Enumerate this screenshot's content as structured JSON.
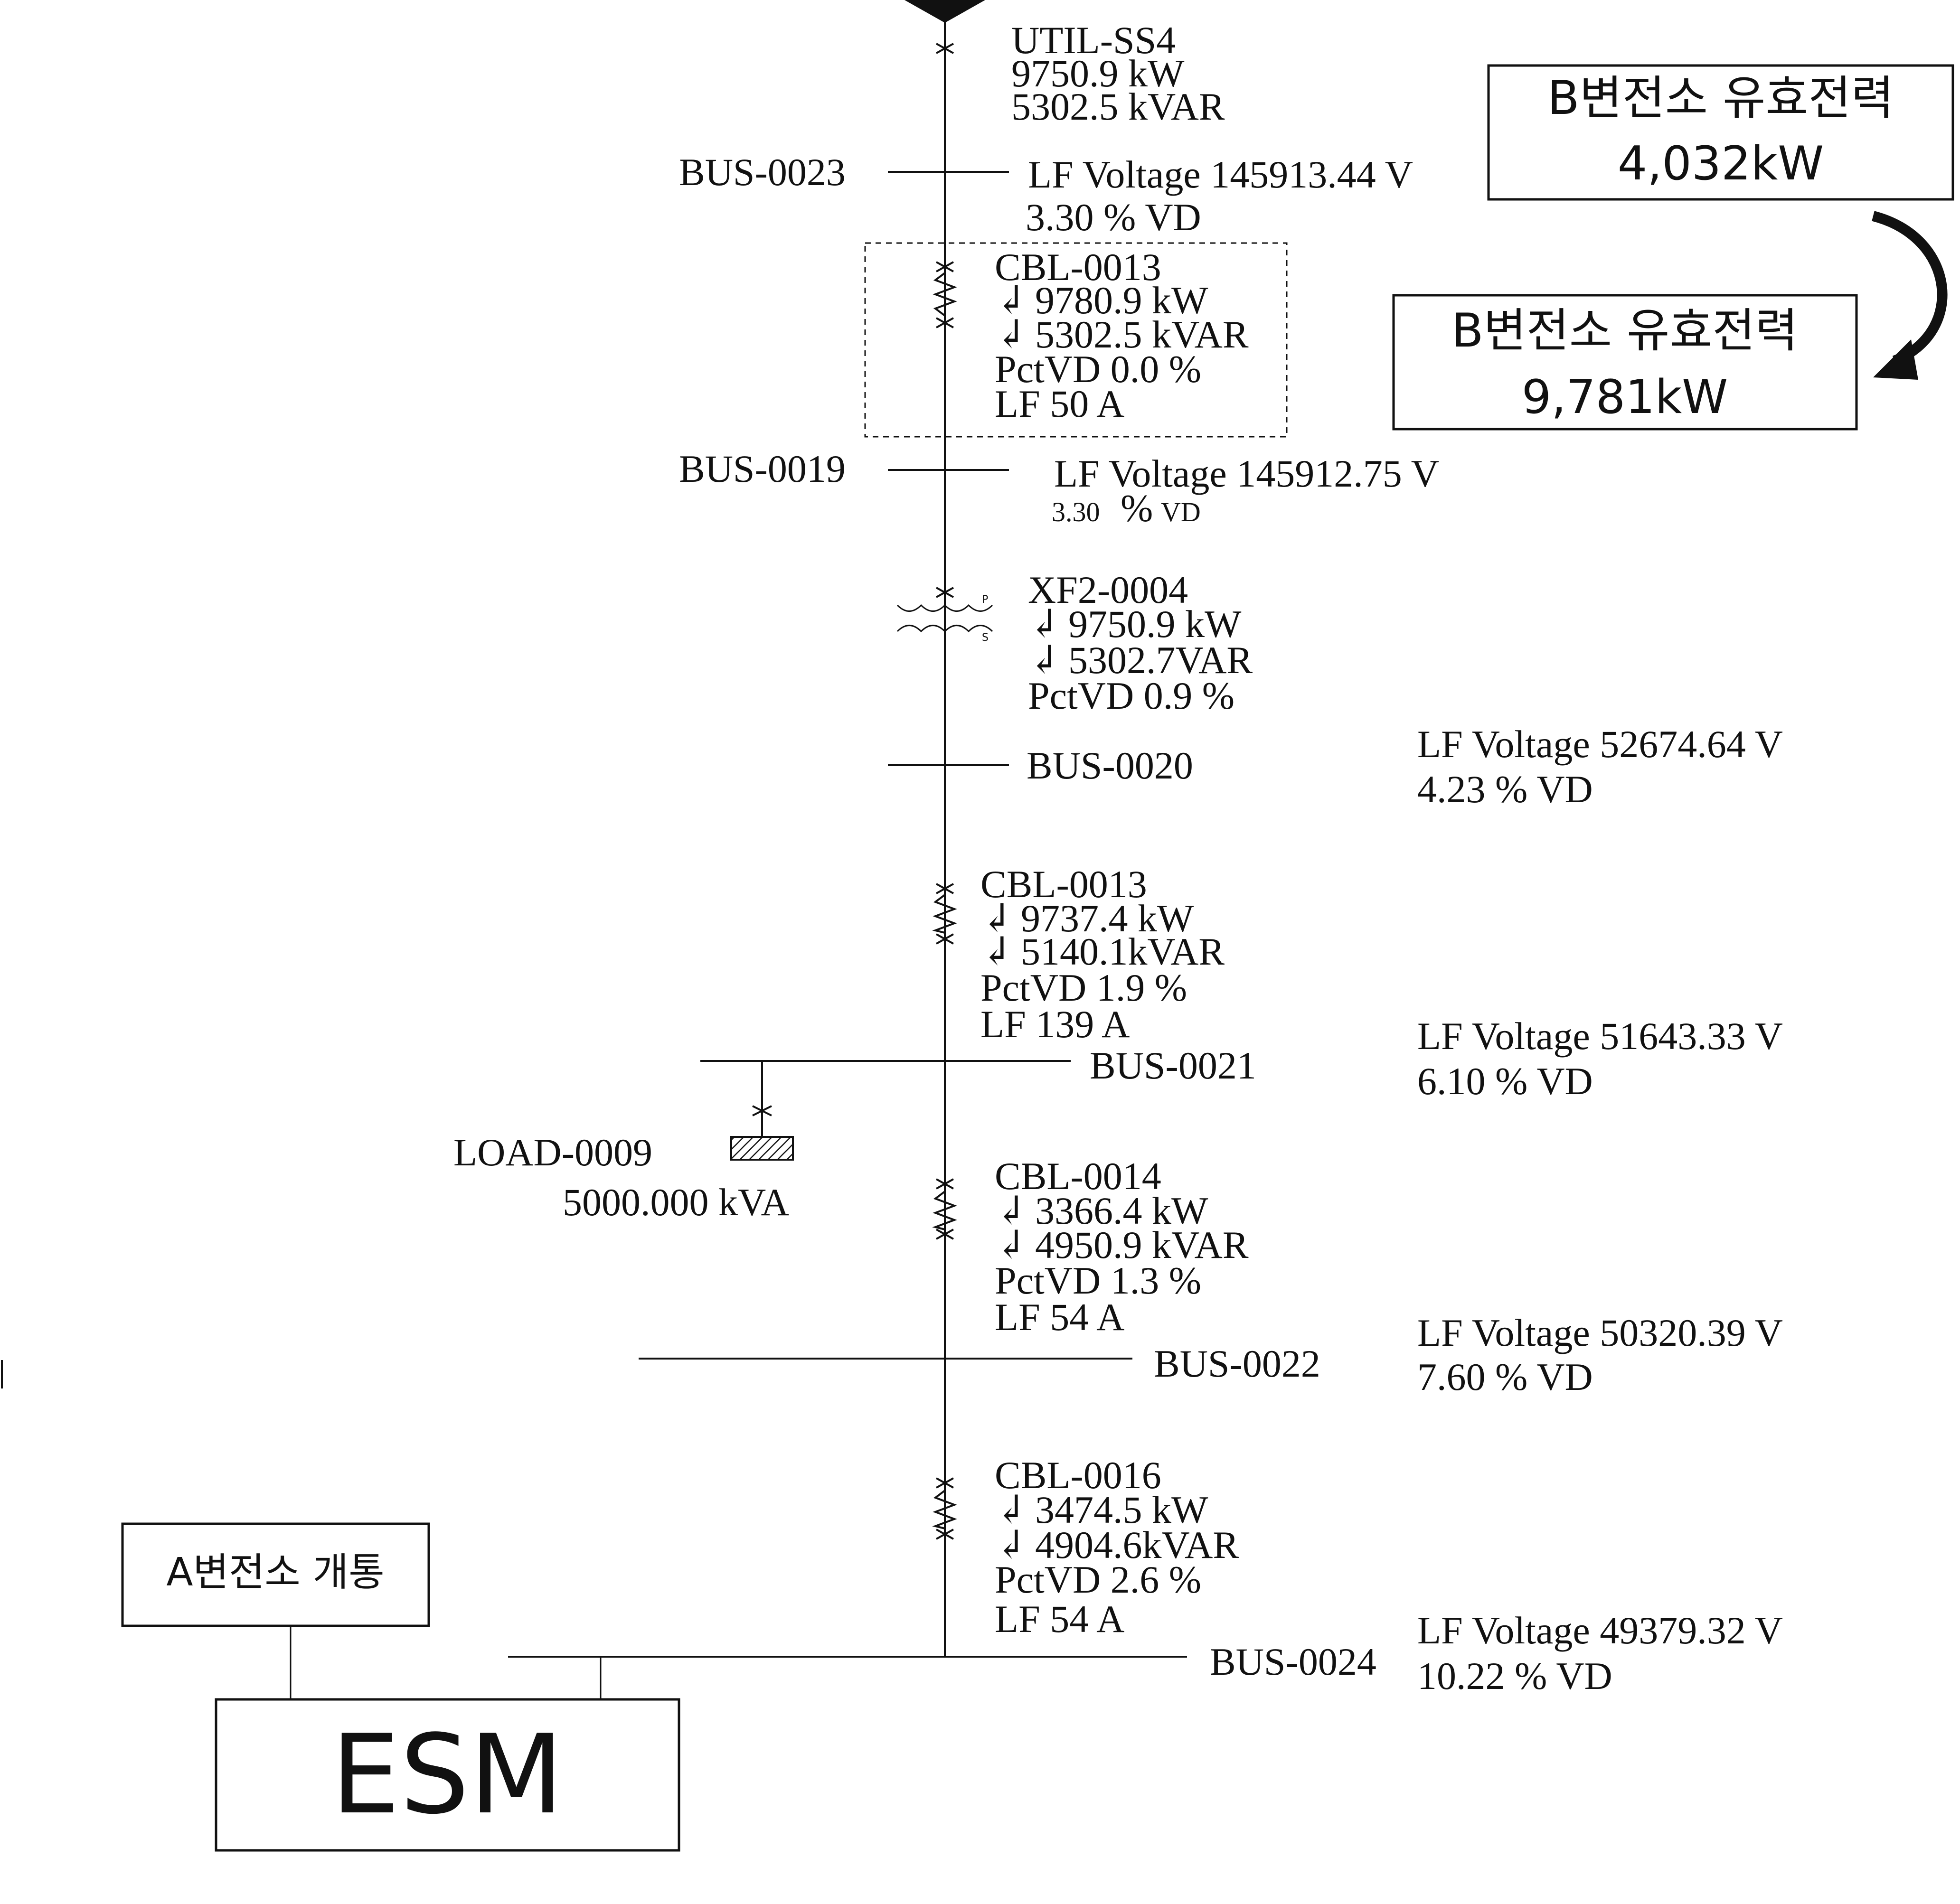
{
  "utility": {
    "name": "UTIL-SS4",
    "kw": "9750.9 kW",
    "kvar": "5302.5 kVAR"
  },
  "buses": {
    "bus0023": {
      "name": "BUS-0023",
      "voltage": "LF Voltage 145913.44 V",
      "vd": "3.30 % VD"
    },
    "bus0019": {
      "name": "BUS-0019",
      "voltage": "LF Voltage 145912.75 V",
      "vd_num": "3.30",
      "vd_pct": "%",
      "vd_unit": "VD"
    },
    "bus0020": {
      "name": "BUS-0020",
      "voltage": "LF Voltage 52674.64 V",
      "vd": "4.23 % VD"
    },
    "bus0021": {
      "name": "BUS-0021",
      "voltage": "LF Voltage 51643.33 V",
      "vd": "6.10 % VD"
    },
    "bus0022": {
      "name": "BUS-0022",
      "voltage": "LF Voltage 50320.39 V",
      "vd": "7.60 % VD"
    },
    "bus0024": {
      "name": "BUS-0024",
      "voltage": "LF Voltage 49379.32 V",
      "vd": "10.22 % VD"
    }
  },
  "cables": {
    "cbl0013a": {
      "name": "CBL-0013",
      "kw": "9780.9 kW",
      "kvar": "5302.5 kVAR",
      "pctvd": "PctVD 0.0 %",
      "lf": "LF 50 A"
    },
    "cbl0013b": {
      "name": "CBL-0013",
      "kw": "9737.4 kW",
      "kvar": "5140.1kVAR",
      "pctvd": "PctVD 1.9 %",
      "lf": "LF 139 A"
    },
    "cbl0014": {
      "name": "CBL-0014",
      "kw": "3366.4 kW",
      "kvar": "4950.9 kVAR",
      "pctvd": "PctVD 1.3 %",
      "lf": "LF 54 A"
    },
    "cbl0016": {
      "name": "CBL-0016",
      "kw": "3474.5 kW",
      "kvar": "4904.6kVAR",
      "pctvd": "PctVD 2.6 %",
      "lf": "LF 54 A"
    }
  },
  "transformer": {
    "name": "XF2-0004",
    "kw": "9750.9 kW",
    "kvar": "5302.7VAR",
    "pctvd": "PctVD 0.9 %",
    "primary": "P",
    "secondary": "S"
  },
  "load": {
    "name": "LOAD-0009",
    "rating": "5000.000 kVA"
  },
  "callouts": {
    "before": {
      "line1": "B변전소 유효전력",
      "line2": "4,032kW"
    },
    "after": {
      "line1": "B변전소 유효전력",
      "line2": "9,781kW"
    },
    "a_substation": "A변전소 개통",
    "esm": "ESM"
  },
  "flow_arrow_glyph": "↲"
}
